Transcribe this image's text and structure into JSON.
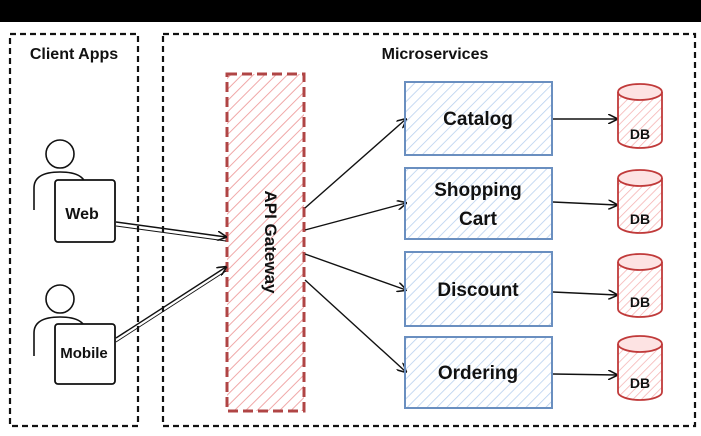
{
  "groups": {
    "client_apps": "Client Apps",
    "microservices": "Microservices"
  },
  "gateway": {
    "label": "API Gateway"
  },
  "clients": [
    {
      "label": "Web"
    },
    {
      "label": "Mobile"
    }
  ],
  "services": [
    {
      "label_lines": [
        "Catalog"
      ],
      "db": "DB"
    },
    {
      "label_lines": [
        "Shopping",
        "Cart"
      ],
      "db": "DB"
    },
    {
      "label_lines": [
        "Discount"
      ],
      "db": "DB"
    },
    {
      "label_lines": [
        "Ordering"
      ],
      "db": "DB"
    }
  ],
  "colors": {
    "gateway_border": "#b04545",
    "gateway_hatch": "#f0a8a8",
    "service_border": "#6a8fc0",
    "service_hatch": "#b8d0ee",
    "db_border": "#c03a3a",
    "db_hatch": "#f5b0b0",
    "ink": "#111111"
  }
}
